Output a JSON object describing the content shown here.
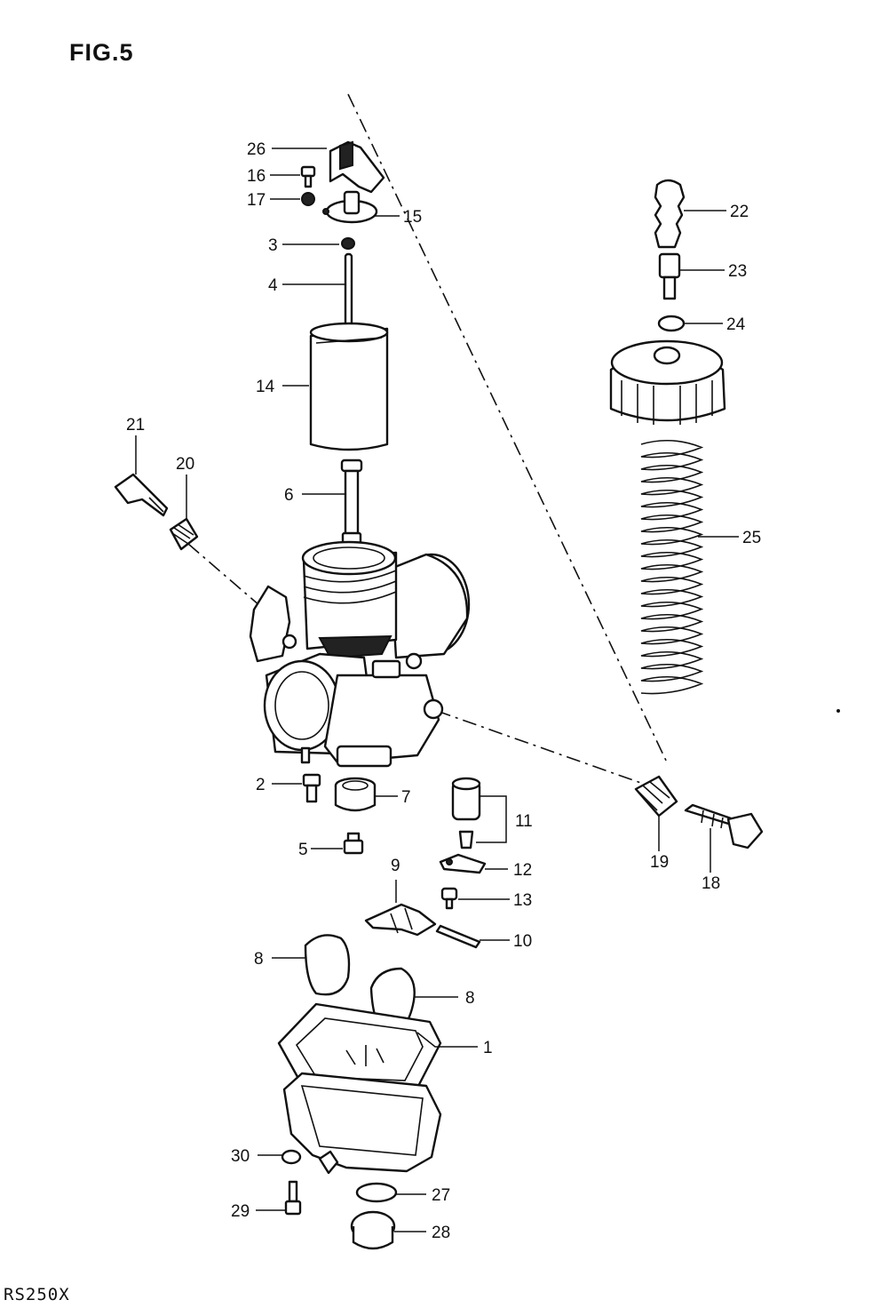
{
  "figure": {
    "title": "FIG.5",
    "footer_code": "RS250X"
  },
  "callouts": {
    "c1": "1",
    "c2": "2",
    "c3": "3",
    "c4": "4",
    "c5": "5",
    "c6": "6",
    "c7": "7",
    "c8a": "8",
    "c8b": "8",
    "c9": "9",
    "c10": "10",
    "c11": "11",
    "c12": "12",
    "c13": "13",
    "c14": "14",
    "c15": "15",
    "c16": "16",
    "c17": "17",
    "c18": "18",
    "c19": "19",
    "c20": "20",
    "c21": "21",
    "c22": "22",
    "c23": "23",
    "c24": "24",
    "c25": "25",
    "c26": "26",
    "c27": "27",
    "c28": "28",
    "c29": "29",
    "c30": "30"
  }
}
